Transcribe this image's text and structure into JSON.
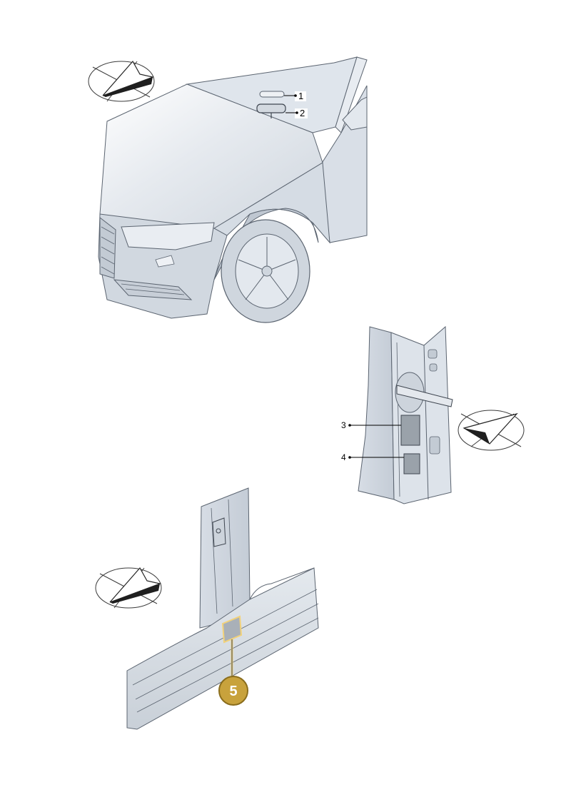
{
  "callouts": {
    "c1": "1",
    "c2": "2",
    "c3": "3",
    "c4": "4",
    "c5": "5"
  },
  "colors": {
    "body_fill": "#dde3ea",
    "body_shade": "#c8d0da",
    "line": "#5b6470",
    "label_patch": "#9ea6ae",
    "highlight_outline": "#f2d27a",
    "badge_fill": "#c8a23c",
    "badge_ring": "#8a6d1c",
    "badge_text": "#ffffff"
  },
  "icons": [
    "view-direction-icon-front",
    "view-direction-icon-pillar",
    "view-direction-icon-sill"
  ]
}
